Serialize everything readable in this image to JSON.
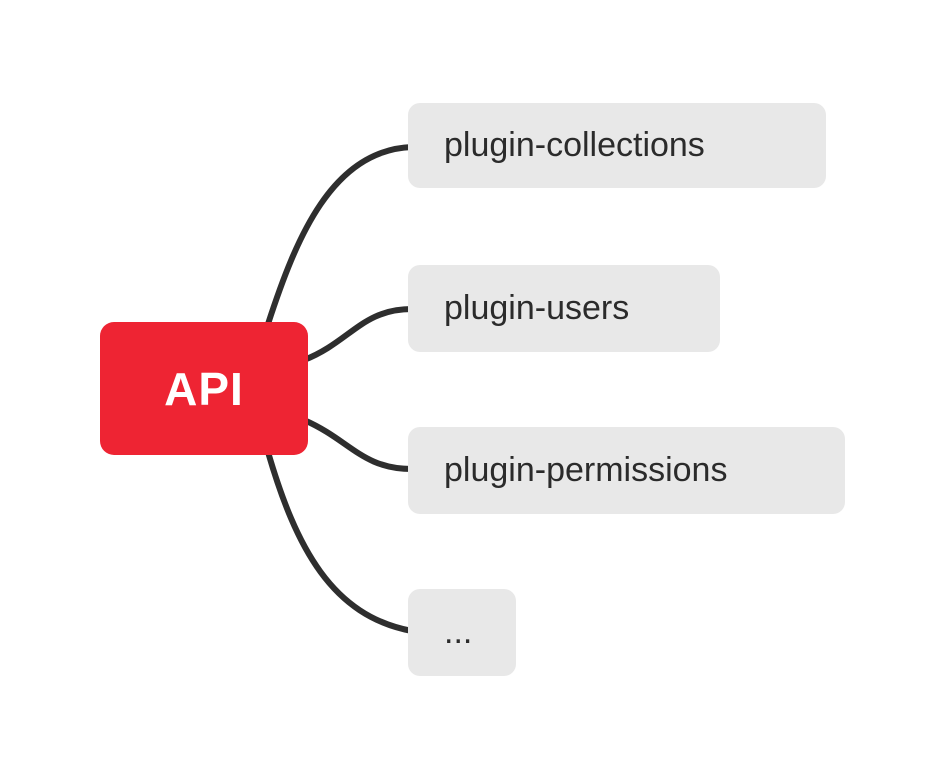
{
  "diagram": {
    "root": {
      "label": "API"
    },
    "children": [
      {
        "label": "plugin-collections"
      },
      {
        "label": "plugin-users"
      },
      {
        "label": "plugin-permissions"
      },
      {
        "label": "..."
      }
    ]
  },
  "colors": {
    "canvas-bg": "#ffffff",
    "root-node-bg": "#ee2433",
    "root-node-text": "#ffffff",
    "child-node-bg": "#e8e8e8",
    "child-node-text": "#2b2b2b",
    "connector": "#2e2e2e"
  }
}
